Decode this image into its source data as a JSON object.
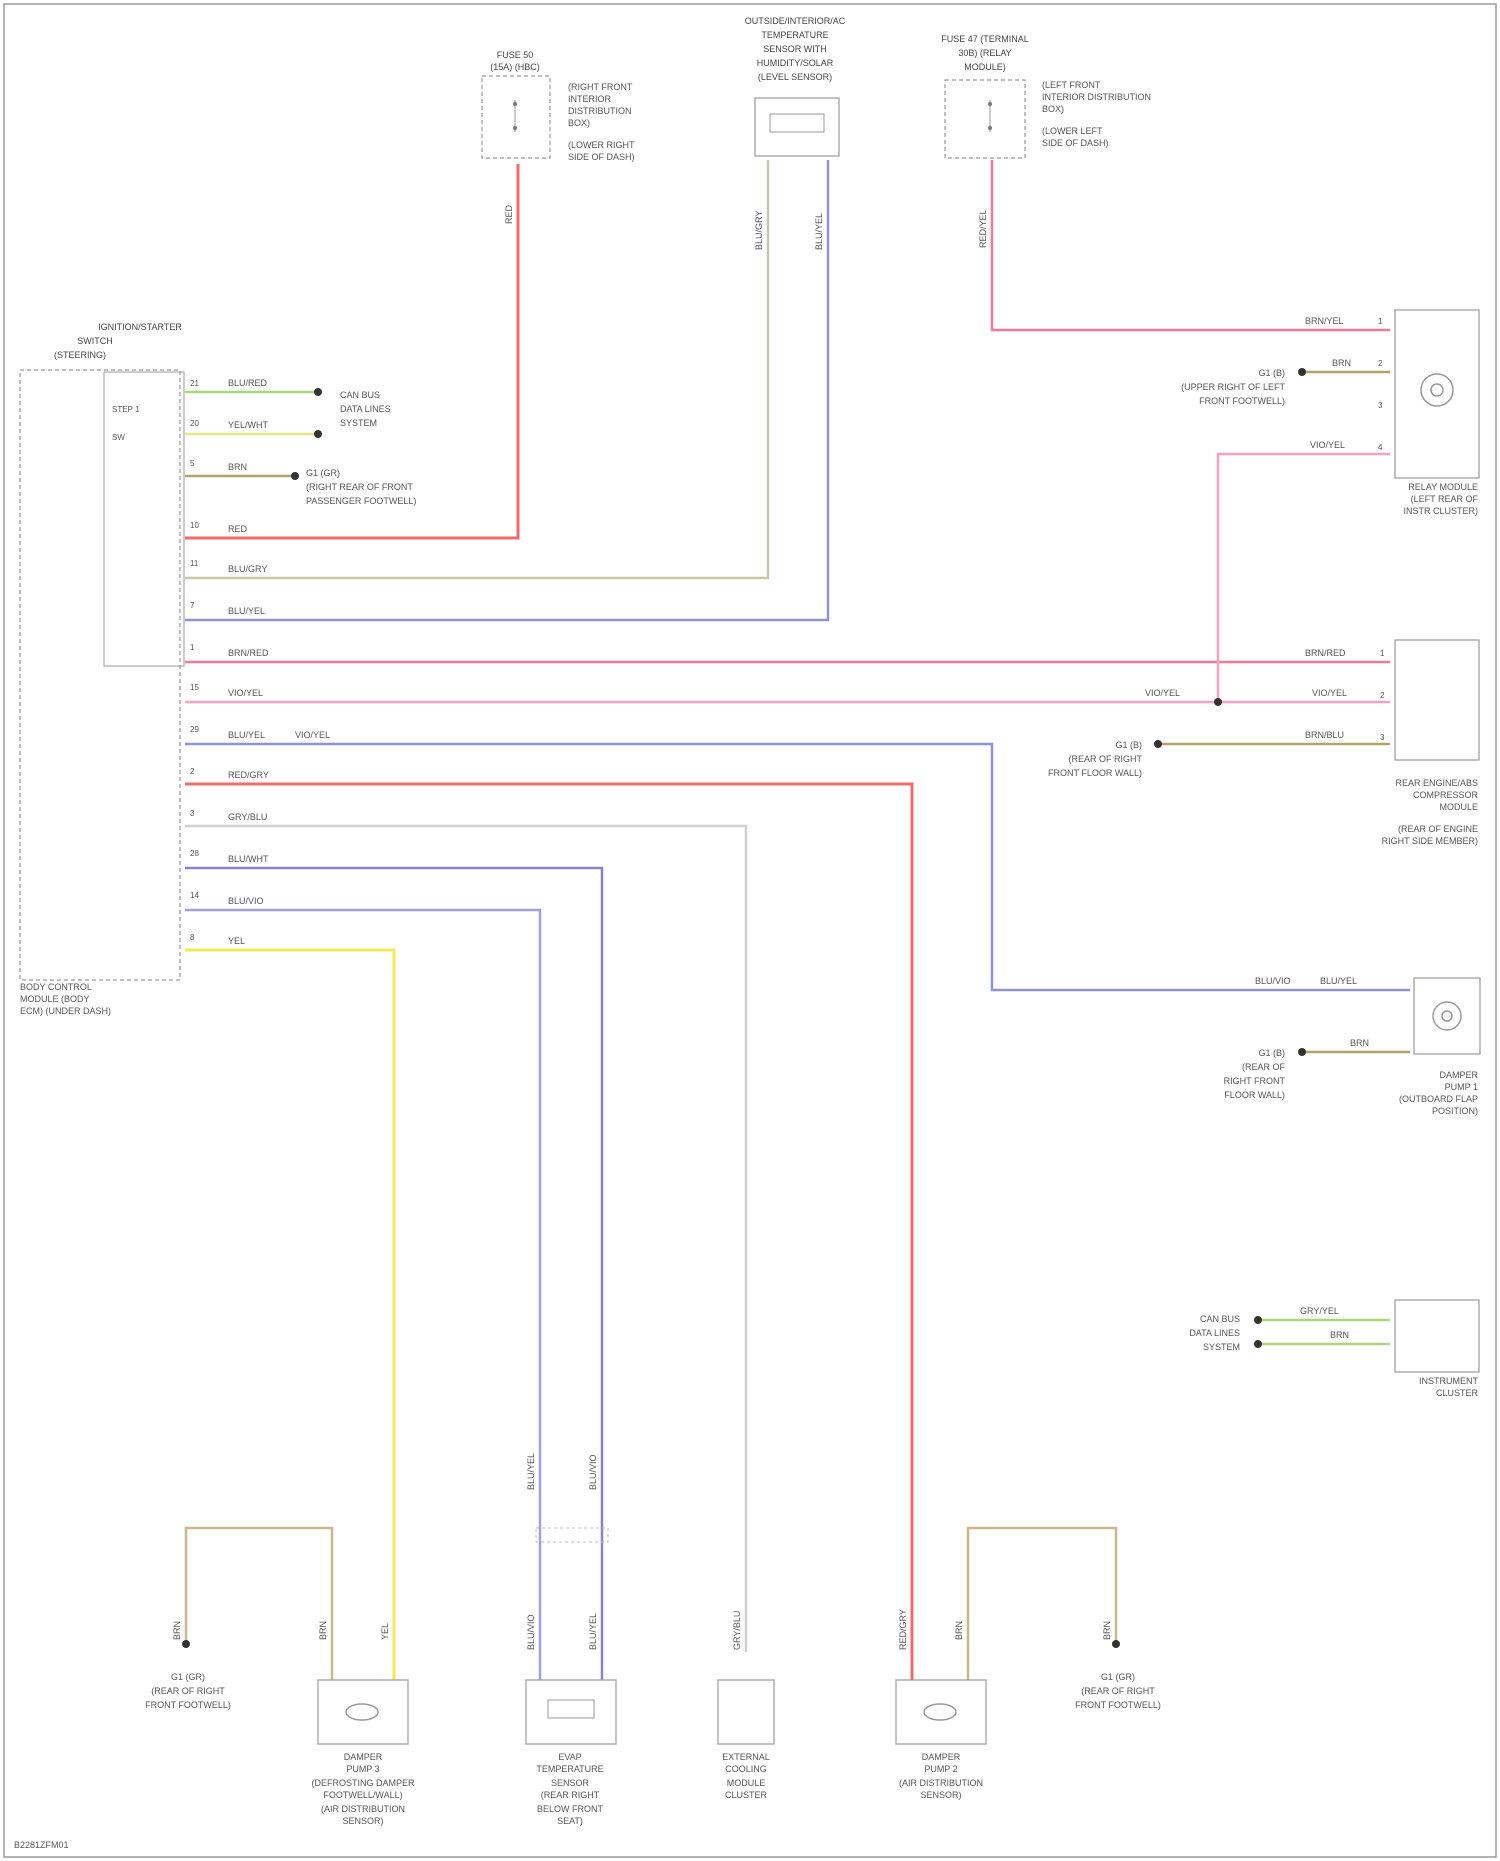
{
  "diagram_id": "B2281ZFM01",
  "colors": {
    "red": "#f26b6b",
    "pink": "#f5a0c4",
    "redpink": "#f07a9a",
    "blue": "#8d93d6",
    "violet": "#8a80cc",
    "gray": "#c8c8c8",
    "tan": "#c8b88a",
    "yellow": "#f2ea5a",
    "green": "#a9d77a",
    "brown": "#b2a36a",
    "frame": "#9a9a9a"
  },
  "components": {
    "fuse_top_left": {
      "lines": [
        "FUSE 50",
        "(15A) (HBC)"
      ],
      "notes": [
        "(RIGHT FRONT",
        "INTERIOR",
        "DISTRIBUTION",
        "BOX)",
        "(LOWER RIGHT",
        "SIDE OF DASH)"
      ]
    },
    "fuse_top_right": {
      "lines": [
        "FUSE 47 (TERMINAL",
        "30B) (RELAY",
        "MODULE)"
      ],
      "notes": [
        "(LEFT FRONT",
        "INTERIOR DISTRIBUTION",
        "BOX)",
        "(LOWER LEFT",
        "SIDE OF DASH)"
      ]
    },
    "sensor_top": {
      "lines": [
        "OUTSIDE/INTERIOR/AC",
        "TEMPERATURE",
        "SENSOR WITH",
        "HUMIDITY/SOLAR",
        "(LEVEL SENSOR)"
      ]
    },
    "left_module": {
      "lines": [
        "IGNITION/STARTER",
        "SWITCH",
        "(STEERING)"
      ],
      "pins": [
        "STEP 1",
        "SW"
      ],
      "title": [
        "BODY CONTROL",
        "MODULE (BODY",
        "ECM) (UNDER DASH)"
      ]
    },
    "can_left": {
      "lines": [
        "CAN BUS",
        "DATA LINES",
        "SYSTEM"
      ]
    },
    "g_left": {
      "lines": [
        "G1 (GR)",
        "(RIGHT REAR OF FRONT",
        "PASSENGER FOOTWELL)"
      ]
    },
    "rm_right": {
      "lines": [
        "RELAY MODULE",
        "(LEFT REAR OF",
        "INSTR CLUSTER)"
      ]
    },
    "g_right_top": {
      "lines": [
        "G1 (B)",
        "(UPPER RIGHT OF LEFT",
        "FRONT FOOTWELL)"
      ]
    },
    "sensor_right": {
      "lines": [
        "REAR ENGINE/ABS",
        "COMPRESSOR",
        "MODULE",
        "(REAR OF ENGINE",
        "RIGHT SIDE MEMBER)"
      ]
    },
    "g_right_mid": {
      "lines": [
        "G1 (B)",
        "(REAR OF RIGHT",
        "FRONT FLOOR WALL)"
      ]
    },
    "damper_right": {
      "lines": [
        "DAMPER",
        "PUMP 1",
        "(OUTBOARD FLAP",
        "POSITION)"
      ]
    },
    "g_right_low": {
      "lines": [
        "G1 (B)",
        "(REAR OF",
        "RIGHT FRONT",
        "FLOOR WALL)"
      ]
    },
    "can_right": {
      "lines": [
        "CAN BUS",
        "DATA LINES",
        "SYSTEM"
      ]
    },
    "instrument": {
      "lines": [
        "INSTRUMENT",
        "CLUSTER"
      ]
    },
    "g_bottom_left": {
      "lines": [
        "G1 (GR)",
        "(REAR OF RIGHT",
        "FRONT FOOTWELL)"
      ]
    },
    "damper_left": {
      "lines": [
        "DAMPER",
        "PUMP 3",
        "(DEFROSTING DAMPER",
        "FOOTWELL/WALL)",
        "(AIR DISTRIBUTION",
        "SENSOR)"
      ]
    },
    "evap_sensor": {
      "lines": [
        "EVAP",
        "TEMPERATURE",
        "SENSOR",
        "(REAR RIGHT",
        "BELOW FRONT",
        "SEAT)"
      ]
    },
    "external_sensor": {
      "lines": [
        "EXTERNAL",
        "COOLING",
        "MODULE",
        "CLUSTER"
      ]
    },
    "damper_mid": {
      "lines": [
        "DAMPER",
        "PUMP 2",
        "(AIR DISTRIBUTION",
        "SENSOR)"
      ]
    },
    "g_bottom_right": {
      "lines": [
        "G1 (GR)",
        "(REAR OF RIGHT",
        "FRONT FOOTWELL)"
      ]
    }
  },
  "wires": {
    "w1": "BLU/RED",
    "w2": "YEL/WHT",
    "w3": "BRN",
    "w4": "RED",
    "w5": "BLU/GRY",
    "w6": "BLU/YEL",
    "w7": "BRN/RED",
    "w8": "VIO/YEL",
    "w9": "BLU/YEL",
    "w10": "VIO/YEL",
    "w11": "RED/GRY",
    "w12": "GRY/BLU",
    "w13": "BLU/WHT",
    "w14": "BLU/VIO",
    "w15": "YEL",
    "top1": "RED",
    "top2": "BLU/GRY",
    "top3": "BLU/YEL",
    "top4": "RED/YEL",
    "r1": "BRN/YEL",
    "r2": "BRN",
    "r3": "VIO/YEL",
    "r4": "BRN/RED",
    "r5": "VIO/YEL",
    "r6": "VIO/YEL",
    "r7": "BRN/BLU",
    "r8": "BLU/YEL",
    "r9": "BLU/VIO",
    "r10": "BRN",
    "r11": "GRY/YEL",
    "r12": "BRN",
    "b1": "BRN",
    "b2": "BRN",
    "b3": "YEL",
    "b4": "BLU/YEL",
    "b5": "BLU/VIO",
    "b6": "BLU/VIO",
    "b7": "BLU/YEL",
    "b8": "GRY/BLU",
    "b9": "RED/GRY",
    "b10": "BRN",
    "b11": "BRN"
  }
}
